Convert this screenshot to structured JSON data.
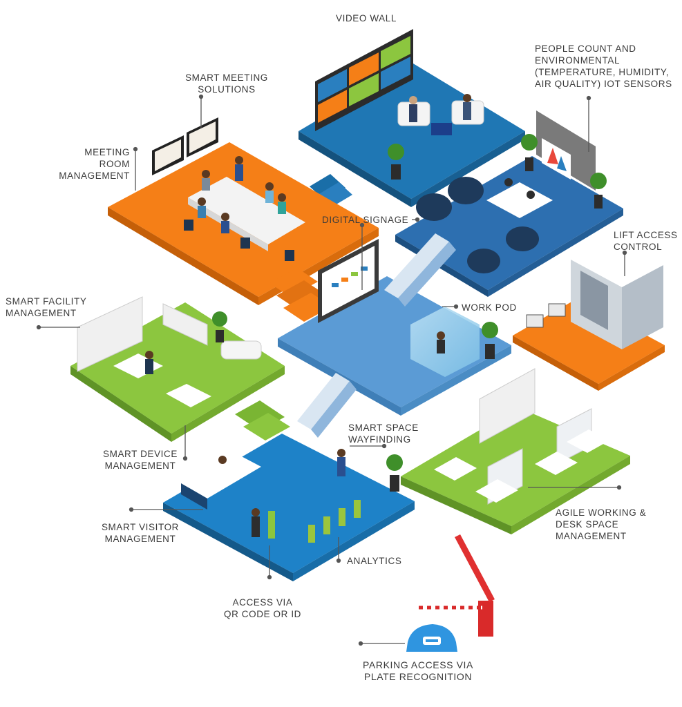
{
  "labels": {
    "video_wall": "VIDEO WALL",
    "people_count": "PEOPLE COUNT AND\nENVIRONMENTAL\n(TEMPERATURE, HUMIDITY,\nAIR QUALITY) IOT SENSORS",
    "smart_meeting": "SMART MEETING\nSOLUTIONS",
    "meeting_room": "MEETING\nROOM\nMANAGEMENT",
    "digital_signage": "DIGITAL SIGNAGE",
    "lift_access": "LIFT ACCESS\nCONTROL",
    "smart_facility": "SMART FACILITY\nMANAGEMENT",
    "work_pod": "WORK POD",
    "smart_space": "SMART SPACE\nWAYFINDING",
    "smart_device": "SMART DEVICE\nMANAGEMENT",
    "smart_visitor": "SMART VISITOR\nMANAGEMENT",
    "agile_working": "AGILE WORKING &\nDESK SPACE\nMANAGEMENT",
    "analytics": "ANALYTICS",
    "access_qr": "ACCESS VIA\nQR CODE OR ID",
    "parking": "PARKING ACCESS VIA\nPLATE RECOGNITION"
  },
  "colors": {
    "orange": "#f57f17",
    "green": "#8cc63f",
    "dark_blue": "#1a6ea8",
    "mid_blue": "#2d86c6",
    "light_blue": "#5b9bd5",
    "navy": "#17567f",
    "leader": "#555555"
  }
}
